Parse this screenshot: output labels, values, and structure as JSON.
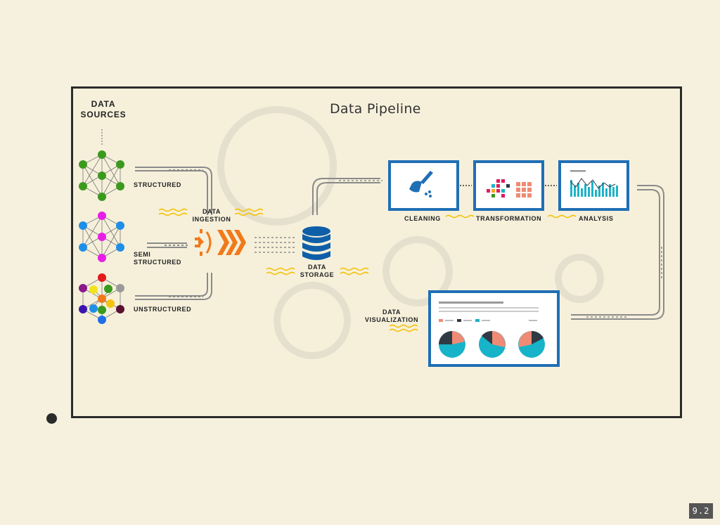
{
  "slide": {
    "title": "Data Pipeline",
    "number": "9.2"
  },
  "labels": {
    "data_sources": "DATA\nSOURCES",
    "structured": "STRUCTURED",
    "semi_structured": "SEMI\nSTRUCTURED",
    "unstructured": "UNSTRUCTURED",
    "data_ingestion": "DATA\nINGESTION",
    "data_storage": "DATA\nSTORAGE",
    "cleaning": "CLEANING",
    "transformation": "TRANSFORMATION",
    "analysis": "ANALYSIS",
    "data_visualization": "DATA\nVISUALIZATION"
  },
  "colors": {
    "background": "#f6f1de",
    "frame": "#2b2b2b",
    "panel_blue": "#1f6fb5",
    "storage_blue": "#0f5fa8",
    "ingestion_orange": "#f07a1a",
    "wave_yellow": "#f2c40f",
    "chart_teal": "#17b3c8",
    "chart_salmon": "#ef8b75",
    "chart_dark": "#2f3a44",
    "structured_green": "#3a9a1e",
    "semi_magenta": "#e81ee8",
    "semi_blue": "#1e8fe8"
  },
  "icons": [
    "broom-icon",
    "database-icon",
    "ingestion-arrows-icon",
    "network-graph-icon",
    "pie-chart-icon",
    "bar-chart-icon",
    "heatmap-icon"
  ]
}
